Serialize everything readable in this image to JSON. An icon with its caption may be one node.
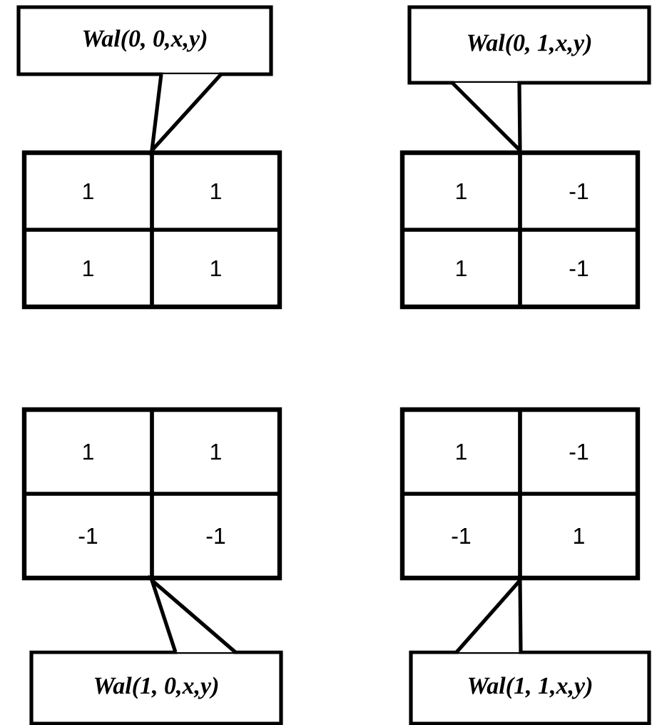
{
  "diagram": {
    "nodes": [
      {
        "text": [
          "Wal(0, 0,x,y)"
        ]
      },
      {
        "text": [],
        "shape": "box"
      },
      {
        "text": [
          "1"
        ],
        "in": 1
      },
      {
        "text": [
          "1"
        ],
        "in": 1
      },
      {
        "text": [
          "1"
        ],
        "in": 1
      },
      {
        "text": [
          "1"
        ],
        "in": 1
      },
      {
        "text": [
          "Wal(0, 1,x,y)"
        ]
      },
      {
        "text": [],
        "shape": "box"
      },
      {
        "text": [
          "1"
        ],
        "in": 7
      },
      {
        "text": [
          "-1"
        ],
        "in": 7
      },
      {
        "text": [
          "1"
        ],
        "in": 7
      },
      {
        "text": [
          "-1"
        ],
        "in": 7
      },
      {
        "text": [],
        "shape": "box"
      },
      {
        "text": [
          "1"
        ],
        "in": 12
      },
      {
        "text": [
          "1"
        ],
        "in": 12
      },
      {
        "text": [
          "-1"
        ],
        "in": 12
      },
      {
        "text": [
          "-1"
        ],
        "in": 12
      },
      {
        "text": [
          "Wal(1, 0,x,y)"
        ]
      },
      {
        "text": [],
        "shape": "box"
      },
      {
        "text": [
          "1"
        ],
        "in": 18
      },
      {
        "text": [
          "-1"
        ],
        "in": 18
      },
      {
        "text": [
          "-1"
        ],
        "in": 18
      },
      {
        "text": [
          "1"
        ],
        "in": 18
      },
      {
        "text": [
          "Wal(1, 1,x,y)"
        ]
      }
    ],
    "edges": [
      {
        "from": 0,
        "to": 1,
        "arrow": "to"
      },
      {
        "from": 6,
        "to": 7,
        "arrow": "to"
      },
      {
        "from": 17,
        "to": 12,
        "arrow": "to"
      },
      {
        "from": 23,
        "to": 18,
        "arrow": "to"
      }
    ]
  }
}
